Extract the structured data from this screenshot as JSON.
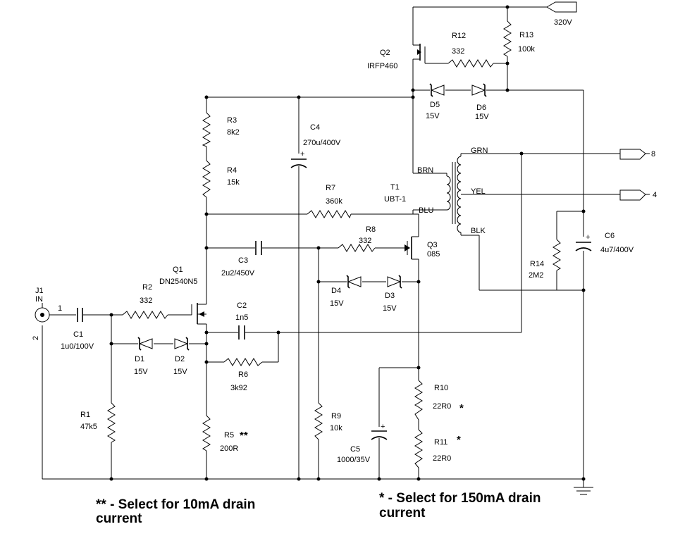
{
  "components": {
    "J1": {
      "ref": "J1",
      "value": "IN",
      "pin1": "1",
      "pin2": "2"
    },
    "C1": {
      "ref": "C1",
      "value": "1u0/100V"
    },
    "R1": {
      "ref": "R1",
      "value": "47k5"
    },
    "R2": {
      "ref": "R2",
      "value": "332"
    },
    "D1": {
      "ref": "D1",
      "value": "15V"
    },
    "D2": {
      "ref": "D2",
      "value": "15V"
    },
    "Q1": {
      "ref": "Q1",
      "value": "DN2540N5"
    },
    "R3": {
      "ref": "R3",
      "value": "8k2"
    },
    "R4": {
      "ref": "R4",
      "value": "15k"
    },
    "R5": {
      "ref": "R5",
      "value": "200R",
      "mark": "**"
    },
    "R6": {
      "ref": "R6",
      "value": "3k92"
    },
    "C2": {
      "ref": "C2",
      "value": "1n5"
    },
    "C3": {
      "ref": "C3",
      "value": "2u2/450V"
    },
    "C4": {
      "ref": "C4",
      "value": "270u/400V"
    },
    "R7": {
      "ref": "R7",
      "value": "360k"
    },
    "R8": {
      "ref": "R8",
      "value": "332"
    },
    "R9": {
      "ref": "R9",
      "value": "10k"
    },
    "D3": {
      "ref": "D3",
      "value": "15V"
    },
    "D4": {
      "ref": "D4",
      "value": "15V"
    },
    "Q3": {
      "ref": "Q3",
      "value": "085"
    },
    "C5": {
      "ref": "C5",
      "value": "1000/35V"
    },
    "R10": {
      "ref": "R10",
      "value": "22R0",
      "mark": "*"
    },
    "R11": {
      "ref": "R11",
      "value": "22R0",
      "mark": "*"
    },
    "Q2": {
      "ref": "Q2",
      "value": "IRFP460"
    },
    "R12": {
      "ref": "R12",
      "value": "332"
    },
    "R13": {
      "ref": "R13",
      "value": "100k"
    },
    "D5": {
      "ref": "D5",
      "value": "15V"
    },
    "D6": {
      "ref": "D6",
      "value": "15V"
    },
    "T1": {
      "ref": "T1",
      "value": "UBT-1"
    },
    "R14": {
      "ref": "R14",
      "value": "2M2"
    },
    "C6": {
      "ref": "C6",
      "value": "4u7/400V"
    }
  },
  "transformer_taps": {
    "brn": "BRN",
    "blu": "BLU",
    "grn": "GRN",
    "yel": "YEL",
    "blk": "BLK"
  },
  "ports": {
    "supply": "320V",
    "out8": "8",
    "out4": "4"
  },
  "notes": {
    "note1_line1": "** - Select for 10mA drain",
    "note1_line2": "current",
    "note2_line1": "* - Select for 150mA drain",
    "note2_line2": "current"
  }
}
